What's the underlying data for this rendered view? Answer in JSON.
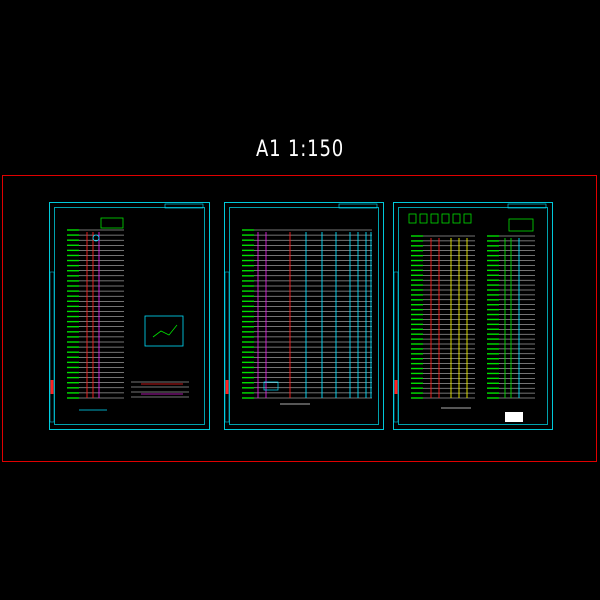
{
  "title": "A1 1:150",
  "colors": {
    "background": "#000000",
    "frame": "#e00000",
    "sheet_border": "#00c8d8",
    "floor_lines": "#e6e6e6",
    "labels": "#00e000",
    "riser_red": "#ff2020",
    "riser_magenta": "#e020e0",
    "riser_cyan": "#00e0ff",
    "riser_yellow": "#f0f000"
  },
  "sheets": [
    {
      "id": "sheet-1",
      "floors": 34,
      "risers": [
        "red",
        "red",
        "magenta"
      ],
      "detail_box": true
    },
    {
      "id": "sheet-2",
      "floors": 34,
      "risers": [
        "magenta",
        "magenta",
        "red",
        "cyan",
        "cyan",
        "cyan",
        "cyan",
        "cyan",
        "cyan",
        "cyan"
      ]
    },
    {
      "id": "sheet-3",
      "floors": 34,
      "risers": [
        "red",
        "red",
        "yellow",
        "yellow",
        "yellow",
        "green",
        "green",
        "cyan"
      ]
    }
  ]
}
